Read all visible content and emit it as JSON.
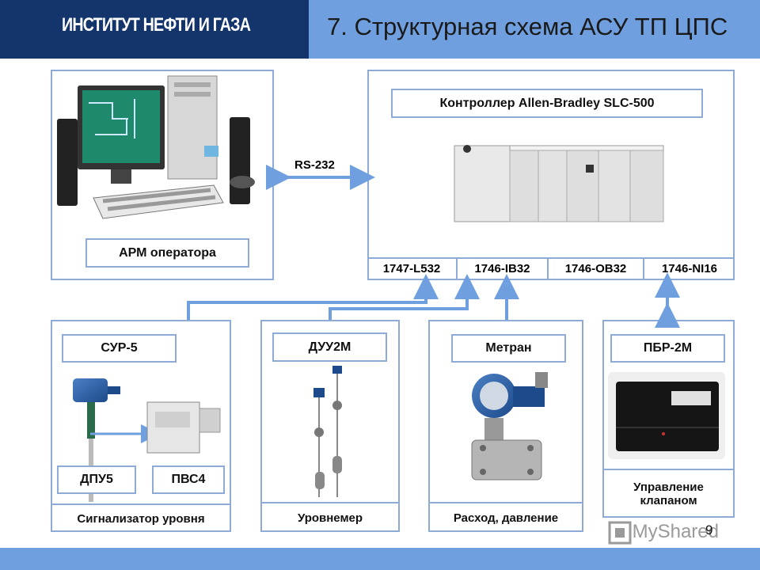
{
  "header": {
    "logo_text": "ИНСТИТУТ НЕФТИ И ГАЗА",
    "title": "7. Структурная схема АСУ ТП ЦПС"
  },
  "operator_panel": {
    "label": "АРМ оператора"
  },
  "link": {
    "label": "RS-232"
  },
  "controller": {
    "label": "Контроллер Allen-Bradley SLC-500",
    "modules": [
      "1747-L532",
      "1746-IB32",
      "1746-OB32",
      "1746-NI16"
    ]
  },
  "devices": {
    "level_alarm": {
      "label": "СУР-5",
      "sub_labels": [
        "ДПУ5",
        "ПВС4"
      ],
      "caption": "Сигнализатор уровня"
    },
    "level_meter": {
      "label": "ДУУ2М",
      "caption": "Уровнемер"
    },
    "flow_pressure": {
      "label": "Метран",
      "caption": "Расход, давление"
    },
    "valve_control": {
      "label": "ПБР-2М",
      "caption": "Управление клапаном"
    }
  },
  "footer": {
    "page_number": "9",
    "watermark": "MyShared"
  },
  "colors": {
    "header_dark": "#14356b",
    "header_light": "#6f9fde",
    "panel_border": "#8eaad6",
    "arrow": "#6f9fde"
  }
}
